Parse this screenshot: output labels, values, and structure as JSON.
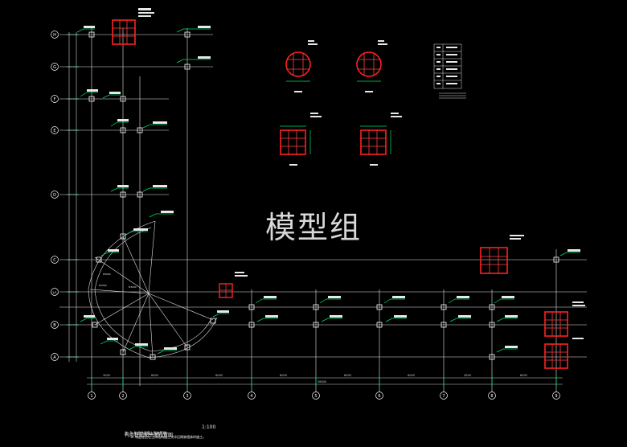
{
  "watermark": "模型组",
  "title_block": {
    "title": "构造柱配筋平面布置图",
    "scale": "1:100",
    "notes": [
      "注: 1. 构造柱混凝土强度等级。",
      "2. 构造柱应在主体结构施工完毕后砌筑墙体时施工。"
    ]
  },
  "axes": {
    "horizontal_labels": [
      "H",
      "G",
      "F",
      "E",
      "D",
      "C",
      "1/1",
      "B",
      "A"
    ],
    "vertical_labels": [
      "1",
      "2",
      "3",
      "4",
      "5",
      "6",
      "7",
      "8",
      "9"
    ],
    "bottom_total_dimension": "36000"
  },
  "colors": {
    "background": "#000000",
    "axis": "#ffffff",
    "column": "#ff2020",
    "rebar": "#ffd0d0",
    "dimension": "#00e070",
    "text": "#ffffff"
  }
}
